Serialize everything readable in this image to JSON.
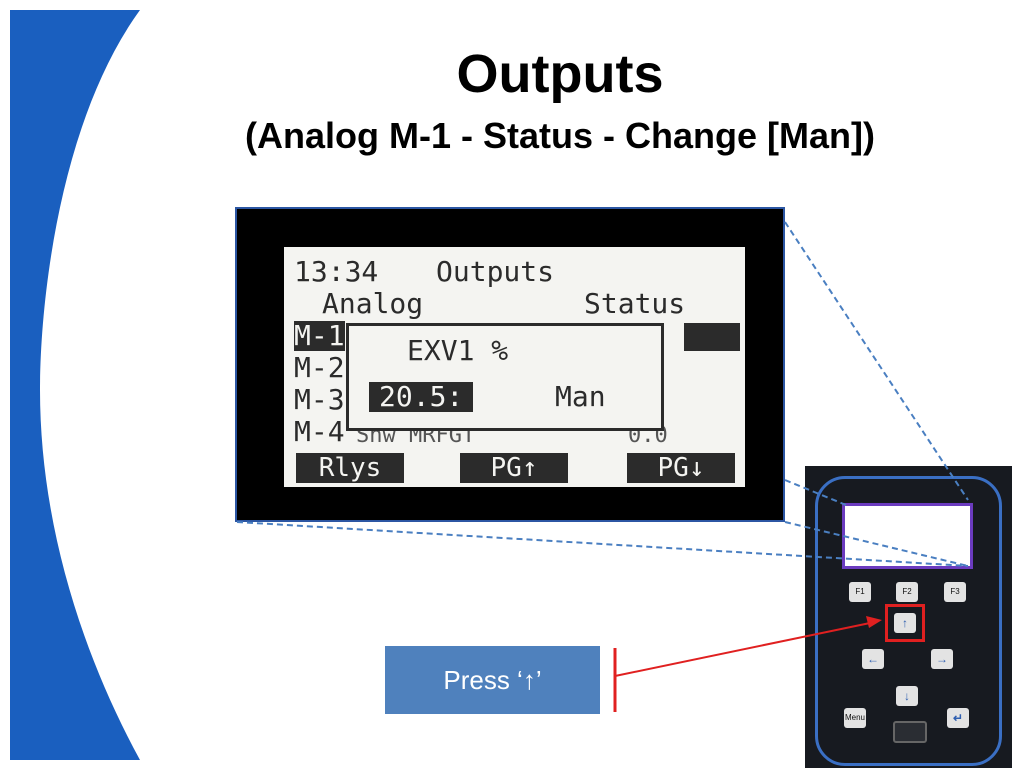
{
  "slide": {
    "title": "Outputs",
    "subtitle": "(Analog M-1 - Status - Change [Man])"
  },
  "lcd": {
    "time": "13:34",
    "screen_title": "Outputs",
    "col_left": "Analog",
    "col_right": "Status",
    "rows": [
      "M-1",
      "M-2",
      "M-3",
      "M-4"
    ],
    "row4_partial": "Snw MRFGT",
    "row4_right_partial": "0.0",
    "popup_label": "EXV1 %",
    "popup_value": "20.5:",
    "popup_mode": "Man",
    "softkeys": [
      "Rlys",
      "PG↑",
      "PG↓"
    ]
  },
  "callout": {
    "text": "Press ‘↑’"
  },
  "keypad": {
    "keys": [
      {
        "label": "F1",
        "num": "1"
      },
      {
        "label": "F2",
        "num": "2"
      },
      {
        "label": "F3",
        "num": "3"
      },
      {
        "label": "↑",
        "num": "4"
      },
      {
        "label": "←",
        "num": "5"
      },
      {
        "label": "→",
        "num": "6"
      },
      {
        "label": "↓",
        "num": "7"
      },
      {
        "label": "Menu",
        "num": "8"
      },
      {
        "label": "↵",
        "num": ""
      }
    ]
  },
  "colors": {
    "accent_blue": "#1a5fbf",
    "callout_fill": "#4f81bd",
    "highlight_red": "#e02020"
  }
}
